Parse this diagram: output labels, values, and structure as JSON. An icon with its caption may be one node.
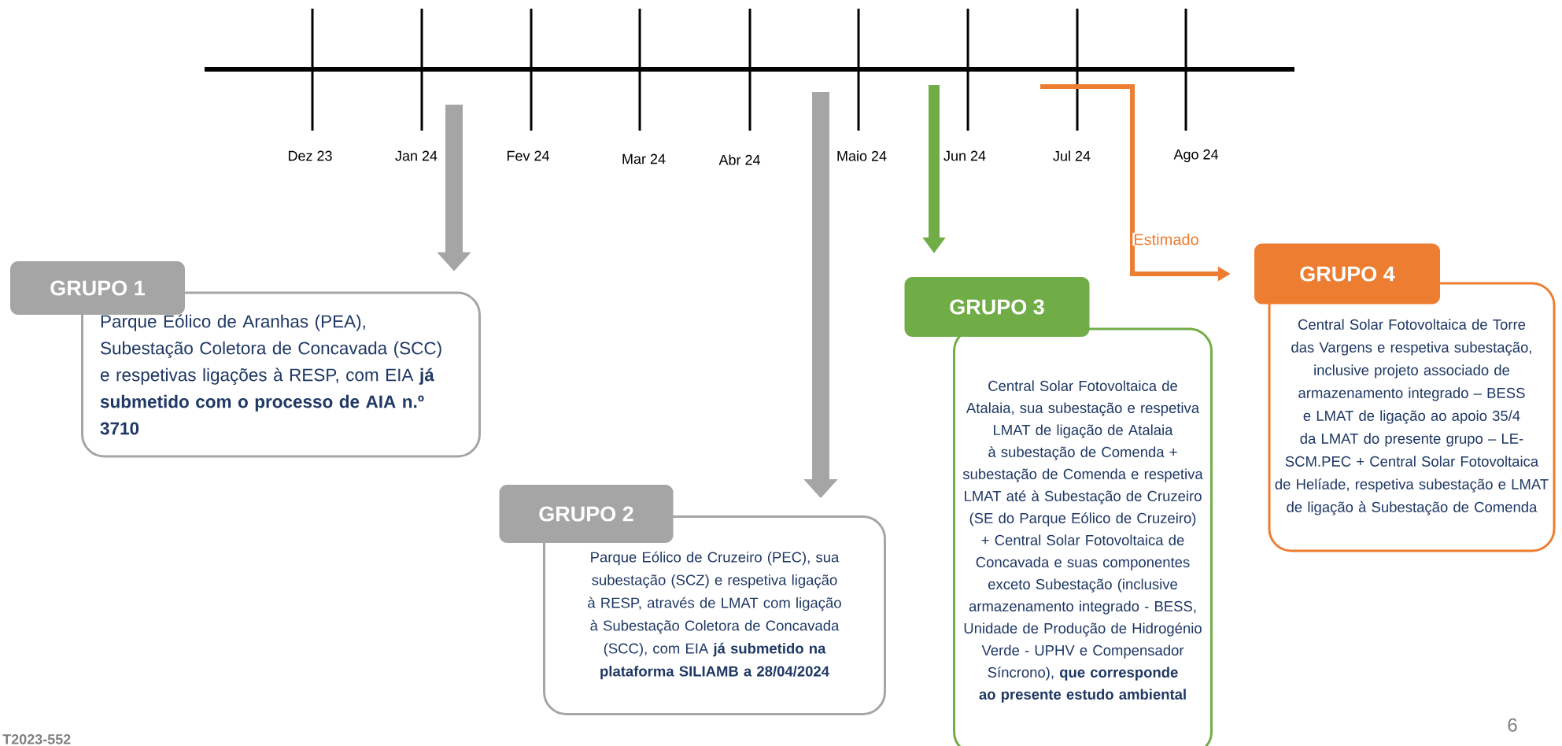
{
  "diagram": {
    "nodes": [
      {
        "text": [
          "GRUPO 1",
          "Parque Eólico de Aranhas (PEA), Subestação Coletora de Concavada (SCC) e respetivas ligações à RESP, com EIA **já submetido com o processo de AIA n.º 3710**"
        ]
      },
      {
        "text": [
          "GRUPO 2",
          "Parque Eólico de Cruzeiro (PEC), sua subestação (SCZ) e respetiva ligação à RESP, através de LMAT com ligação à Subestação Coletora de Concavada (SCC), com EIA **já submetido na plataforma SILIAMB a 28/04/2024**"
        ]
      },
      {
        "text": [
          "GRUPO 3",
          "Central Solar Fotovoltaica de Atalaia, sua subestação e respetiva LMAT de ligação de Atalaia à subestação de Comenda + subestação de Comenda e respetiva LMAT até à Subestação de Cruzeiro (SE do Parque Eólico de Cruzeiro) + Central Solar Fotovoltaica de Concavada e suas componentes exceto Subestação (inclusive armazenamento integrado - BESS, Unidade de Produção de Hidrogénio Verde - UPHV e Compensador Síncrono), **que corresponde ao presente estudo ambiental**"
        ]
      },
      {
        "text": [
          "GRUPO 4",
          "Central Solar Fotovoltaica de Torre das Vargens e respetiva subestação, inclusive projeto associado de armazenamento integrado – BESS e LMAT de ligação ao apoio 35/4 da LMAT do presente grupo – LE-SCM.PEC + Central Solar Fotovoltaica de Helíade, respetiva subestação e LMAT de ligação à Subestação de Comenda"
        ]
      }
    ],
    "edges": [
      {
        "from": null,
        "to": 0,
        "arrow": "to"
      },
      {
        "from": null,
        "to": 1,
        "arrow": "to"
      },
      {
        "from": null,
        "to": 2,
        "arrow": "to",
        "color": "#70ad47"
      },
      {
        "from": null,
        "to": 3,
        "arrow": "to",
        "color": "#ed7d31",
        "label": "Estimado"
      }
    ],
    "labels": [
      "Dez 23",
      "Jan 24",
      "Fev 24",
      "Mar 24",
      "Abr 24",
      "Maio 24",
      "Jun 24",
      "Jul 24",
      "Ago 24",
      "T2023-552",
      "6"
    ]
  }
}
